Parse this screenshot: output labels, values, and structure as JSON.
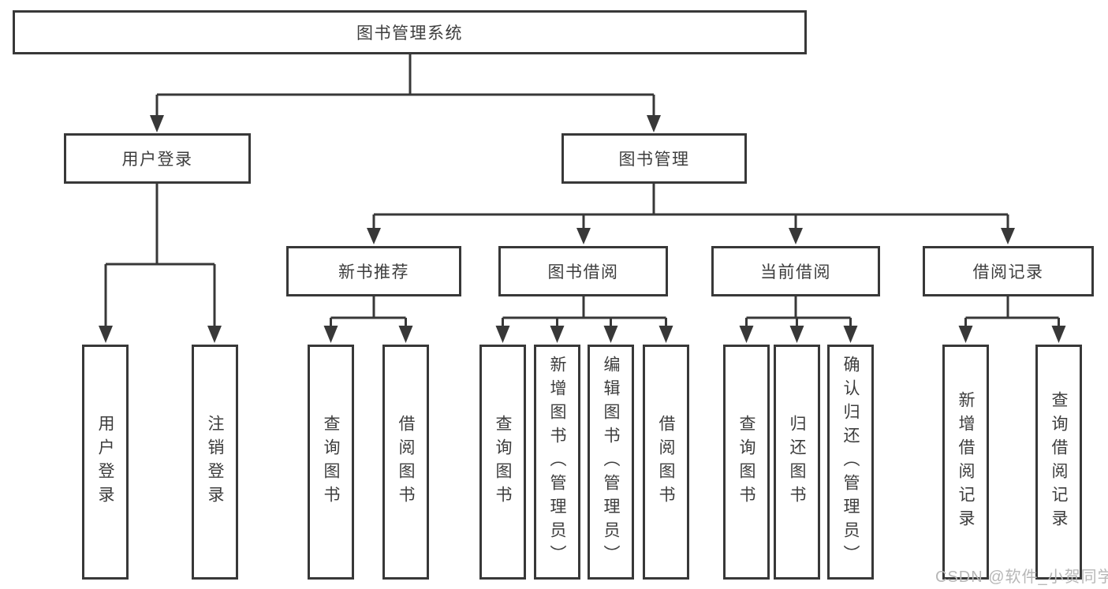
{
  "diagram": {
    "root": {
      "label": "图书管理系统"
    },
    "branches": [
      {
        "label": "用户登录",
        "children": [
          {
            "label": "用户登录"
          },
          {
            "label": "注销登录"
          }
        ]
      },
      {
        "label": "图书管理",
        "children": [
          {
            "label": "新书推荐",
            "children": [
              {
                "label": "查询图书"
              },
              {
                "label": "借阅图书"
              }
            ]
          },
          {
            "label": "图书借阅",
            "children": [
              {
                "label": "查询图书"
              },
              {
                "label": "新增图书（管理员）"
              },
              {
                "label": "编辑图书（管理员）"
              },
              {
                "label": "借阅图书"
              }
            ]
          },
          {
            "label": "当前借阅",
            "children": [
              {
                "label": "查询图书"
              },
              {
                "label": "归还图书"
              },
              {
                "label": "确认归还（管理员）"
              }
            ]
          },
          {
            "label": "借阅记录",
            "children": [
              {
                "label": "新增借阅记录"
              },
              {
                "label": "查询借阅记录"
              }
            ]
          }
        ]
      }
    ]
  },
  "watermark": {
    "text": "CSDN @软件_小贺同学"
  },
  "colors": {
    "line": "#383838",
    "text": "#3d3d3d",
    "watermark": "#b7b7b7",
    "background": "#ffffff"
  }
}
